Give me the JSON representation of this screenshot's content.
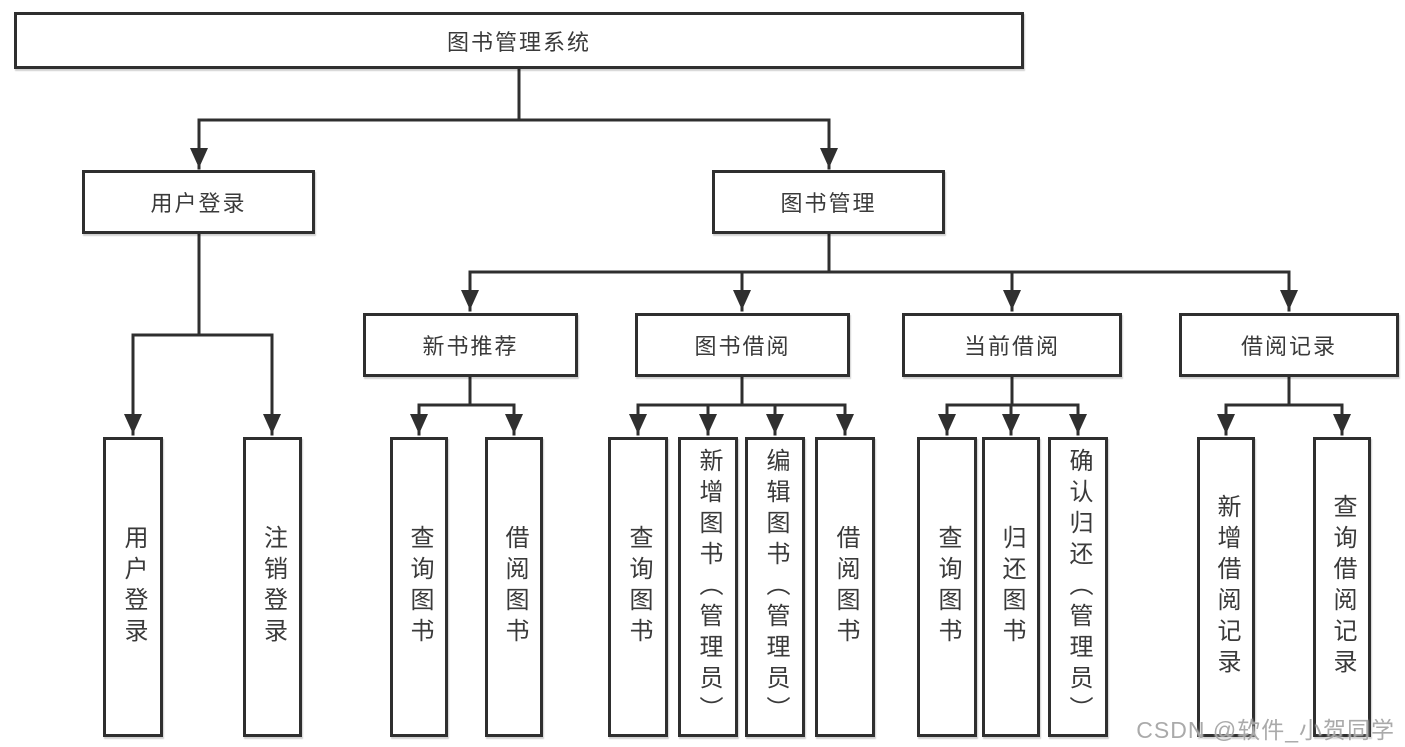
{
  "diagram": {
    "title": "图书管理系统",
    "root": {
      "label": "图书管理系统"
    },
    "level2": [
      {
        "id": "user-login",
        "label": "用户登录"
      },
      {
        "id": "book-management",
        "label": "图书管理"
      }
    ],
    "level3": [
      {
        "id": "new-book-recommendation",
        "label": "新书推荐"
      },
      {
        "id": "book-borrowing",
        "label": "图书借阅"
      },
      {
        "id": "current-borrowing",
        "label": "当前借阅"
      },
      {
        "id": "borrowing-records",
        "label": "借阅记录"
      }
    ],
    "leaves": [
      {
        "id": "login-user-login",
        "parent": "user-login",
        "label": "用户登录"
      },
      {
        "id": "login-logout",
        "parent": "user-login",
        "label": "注销登录"
      },
      {
        "id": "recommend-query-books",
        "parent": "new-book-recommendation",
        "label": "查询图书"
      },
      {
        "id": "recommend-borrow-books",
        "parent": "new-book-recommendation",
        "label": "借阅图书"
      },
      {
        "id": "borrow-query-books",
        "parent": "book-borrowing",
        "label": "查询图书"
      },
      {
        "id": "borrow-add-books",
        "parent": "book-borrowing",
        "label": "新增图书（管理员）"
      },
      {
        "id": "borrow-edit-books",
        "parent": "book-borrowing",
        "label": "编辑图书（管理员）"
      },
      {
        "id": "borrow-borrow-books",
        "parent": "book-borrowing",
        "label": "借阅图书"
      },
      {
        "id": "current-query-books",
        "parent": "current-borrowing",
        "label": "查询图书"
      },
      {
        "id": "current-return-books",
        "parent": "current-borrowing",
        "label": "归还图书"
      },
      {
        "id": "current-confirm-return",
        "parent": "current-borrowing",
        "label": "确认归还（管理员）"
      },
      {
        "id": "records-add-record",
        "parent": "borrowing-records",
        "label": "新增借阅记录"
      },
      {
        "id": "records-query-record",
        "parent": "borrowing-records",
        "label": "查询借阅记录"
      }
    ]
  },
  "watermark": {
    "text": "CSDN @软件_小贺同学"
  },
  "colors": {
    "line": "#2f2f2f",
    "border": "#2f2f2f",
    "text": "#3a3a3a",
    "background": "#ffffff",
    "watermark": "#a3a3a3"
  }
}
